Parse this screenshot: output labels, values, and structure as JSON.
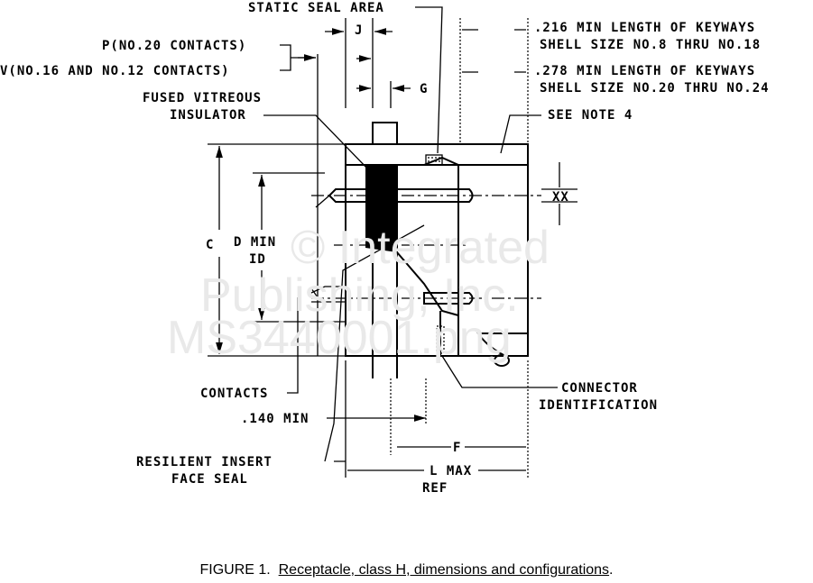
{
  "watermark": {
    "line1": "© Integrated",
    "line2": "Publishing, Inc.",
    "line3": "MS3440001.png"
  },
  "labels": {
    "static_seal_area": "STATIC SEAL AREA",
    "j": "J",
    "p_contacts": "P(NO.20 CONTACTS)",
    "v_contacts": "V(NO.16 AND NO.12 CONTACTS)",
    "g": "G",
    "fused_vitreous": "FUSED VITREOUS",
    "insulator": "INSULATOR",
    "keyway_216": ".216 MIN LENGTH OF KEYWAYS",
    "shell_8_18": "SHELL SIZE NO.8 THRU NO.18",
    "keyway_278": ".278 MIN LENGTH OF KEYWAYS",
    "shell_20_24": "SHELL SIZE NO.20 THRU NO.24",
    "see_note_4": "SEE NOTE 4",
    "xx": "XX",
    "c": "C",
    "d_min": "D MIN",
    "id": "ID",
    "contacts": "CONTACTS",
    "connector": "CONNECTOR",
    "identification": "IDENTIFICATION",
    "min_140": ".140 MIN",
    "f": "F",
    "resilient_insert": "RESILIENT INSERT",
    "face_seal": "FACE SEAL",
    "l_max": "L MAX",
    "ref": "REF"
  },
  "caption": {
    "prefix": "FIGURE 1.  ",
    "title": "Receptacle, class H, dimensions and configurations",
    "suffix": "."
  }
}
